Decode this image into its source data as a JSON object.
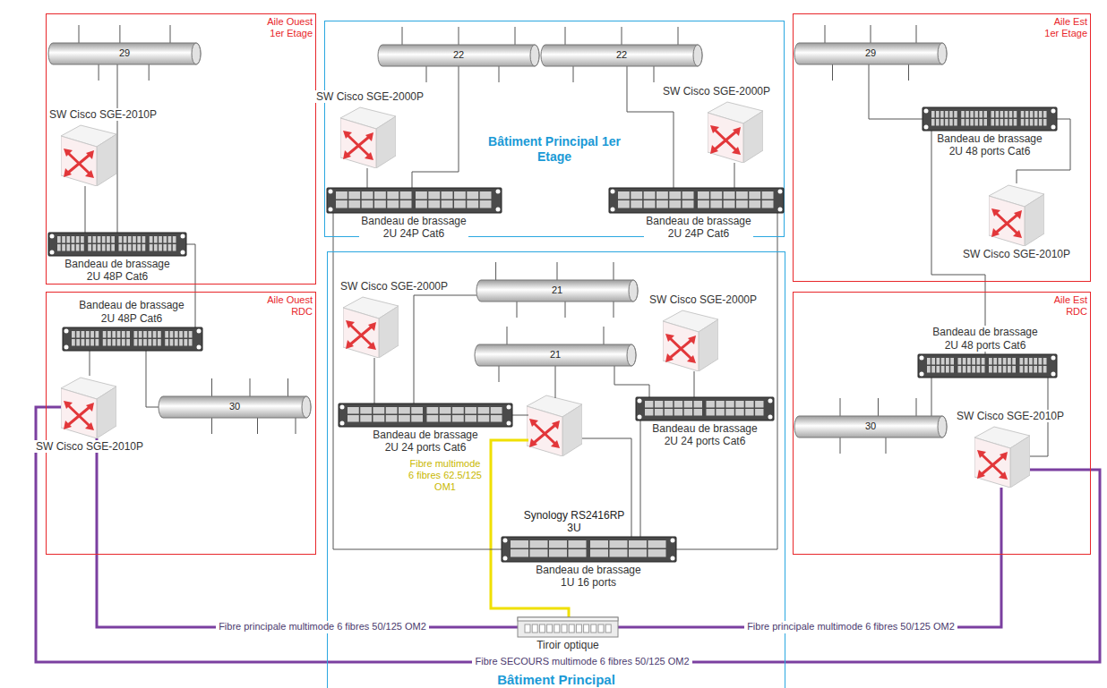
{
  "diagram": {
    "nodes": [
      {
        "text": [
          "Aile Ouest 1er Etage"
        ]
      },
      {
        "text": [
          "29"
        ],
        "in": 0
      },
      {
        "text": [
          "SW Cisco SGE-2010P"
        ],
        "in": 0
      },
      {
        "text": [
          "Bandeau de brassage 2U 48P Cat6"
        ],
        "in": 0
      },
      {
        "text": [
          "Bâtiment Principal 1er Etage"
        ]
      },
      {
        "text": [
          "22"
        ],
        "in": 4
      },
      {
        "text": [
          "22"
        ],
        "in": 4
      },
      {
        "text": [
          "SW Cisco SGE-2000P"
        ],
        "in": 4
      },
      {
        "text": [
          "SW Cisco SGE-2000P"
        ],
        "in": 4
      },
      {
        "text": [
          "Bandeau de brassage 2U 24P Cat6"
        ],
        "in": 4
      },
      {
        "text": [
          "Bandeau de brassage 2U 24P Cat6"
        ],
        "in": 4
      },
      {
        "text": [
          "Aile Est 1er Etage"
        ]
      },
      {
        "text": [
          "29"
        ],
        "in": 11
      },
      {
        "text": [
          "Bandeau de brassage 2U 48 ports Cat6"
        ],
        "in": 11
      },
      {
        "text": [
          "SW Cisco SGE-2010P"
        ],
        "in": 11
      },
      {
        "text": [
          "Aile Ouest RDC"
        ]
      },
      {
        "text": [
          "Bandeau de brassage 2U 48P Cat6"
        ],
        "in": 15
      },
      {
        "text": [
          "SW Cisco SGE-2010P"
        ],
        "in": 15
      },
      {
        "text": [
          "30"
        ],
        "in": 15
      },
      {
        "text": [
          "Bâtiment Principal"
        ]
      },
      {
        "text": [
          "SW Cisco SGE-2000P"
        ],
        "in": 19
      },
      {
        "text": [
          "21"
        ],
        "in": 19
      },
      {
        "text": [
          "SW Cisco SGE-2000P"
        ],
        "in": 19
      },
      {
        "text": [
          "21"
        ],
        "in": 19
      },
      {
        "text": [
          "Bandeau de brassage 2U 24 ports Cat6"
        ],
        "in": 19
      },
      {
        "text": [
          "Bandeau de brassage 2U 24 ports Cat6"
        ],
        "in": 19
      },
      {
        "text": [
          "Bandeau de brassage 1U 16 ports"
        ],
        "in": 19
      },
      {
        "text": [
          "Tiroir optique"
        ],
        "in": 19
      },
      {
        "text": [
          "Aile Est RDC"
        ]
      },
      {
        "text": [
          "Bandeau de brassage 2U 48 ports Cat6"
        ],
        "in": 28
      },
      {
        "text": [
          "30"
        ],
        "in": 28
      },
      {
        "text": [
          "SW Cisco SGE-2010P"
        ],
        "in": 28
      }
    ],
    "edges": [
      {
        "from": 1,
        "to": 3,
        "arrow": "none"
      },
      {
        "from": 2,
        "to": 3,
        "arrow": "none"
      },
      {
        "from": 3,
        "to": 16,
        "arrow": "none"
      },
      {
        "from": 16,
        "to": 17,
        "arrow": "none"
      },
      {
        "from": 16,
        "to": 18,
        "arrow": "none"
      },
      {
        "from": 5,
        "to": 9,
        "arrow": "none"
      },
      {
        "from": 7,
        "to": 9,
        "arrow": "none"
      },
      {
        "from": 6,
        "to": 10,
        "arrow": "none"
      },
      {
        "from": 8,
        "to": 10,
        "arrow": "none"
      },
      {
        "from": 9,
        "to": 26,
        "arrow": "none"
      },
      {
        "from": 10,
        "to": 26,
        "arrow": "none"
      },
      {
        "from": 20,
        "to": 24,
        "arrow": "none"
      },
      {
        "from": 21,
        "to": 24,
        "arrow": "none"
      },
      {
        "from": 23,
        "to": 25,
        "arrow": "none"
      },
      {
        "from": 22,
        "to": 25,
        "arrow": "none"
      },
      {
        "from": 25,
        "to": 26,
        "arrow": "none"
      },
      {
        "from": 27,
        "to": 17,
        "label": "Fibre principale multimode 6 fibres 50/125 OM2",
        "arrow": "none"
      },
      {
        "from": 27,
        "to": 31,
        "label": "Fibre principale multimode 6 fibres 50/125 OM2",
        "arrow": "none"
      },
      {
        "from": 17,
        "to": 31,
        "label": "Fibre SECOURS multimode 6 fibres 50/125 OM2",
        "arrow": "none"
      },
      {
        "from": 12,
        "to": 13,
        "arrow": "none"
      },
      {
        "from": 13,
        "to": 14,
        "arrow": "none"
      },
      {
        "from": 13,
        "to": 29,
        "arrow": "none"
      },
      {
        "from": 29,
        "to": 30,
        "arrow": "none"
      },
      {
        "from": 29,
        "to": 31,
        "arrow": "none"
      }
    ],
    "labels": [
      "Synology RS2416RP 3U",
      "Fibre multimode 6 fibres 62.5/125 OM1"
    ]
  }
}
